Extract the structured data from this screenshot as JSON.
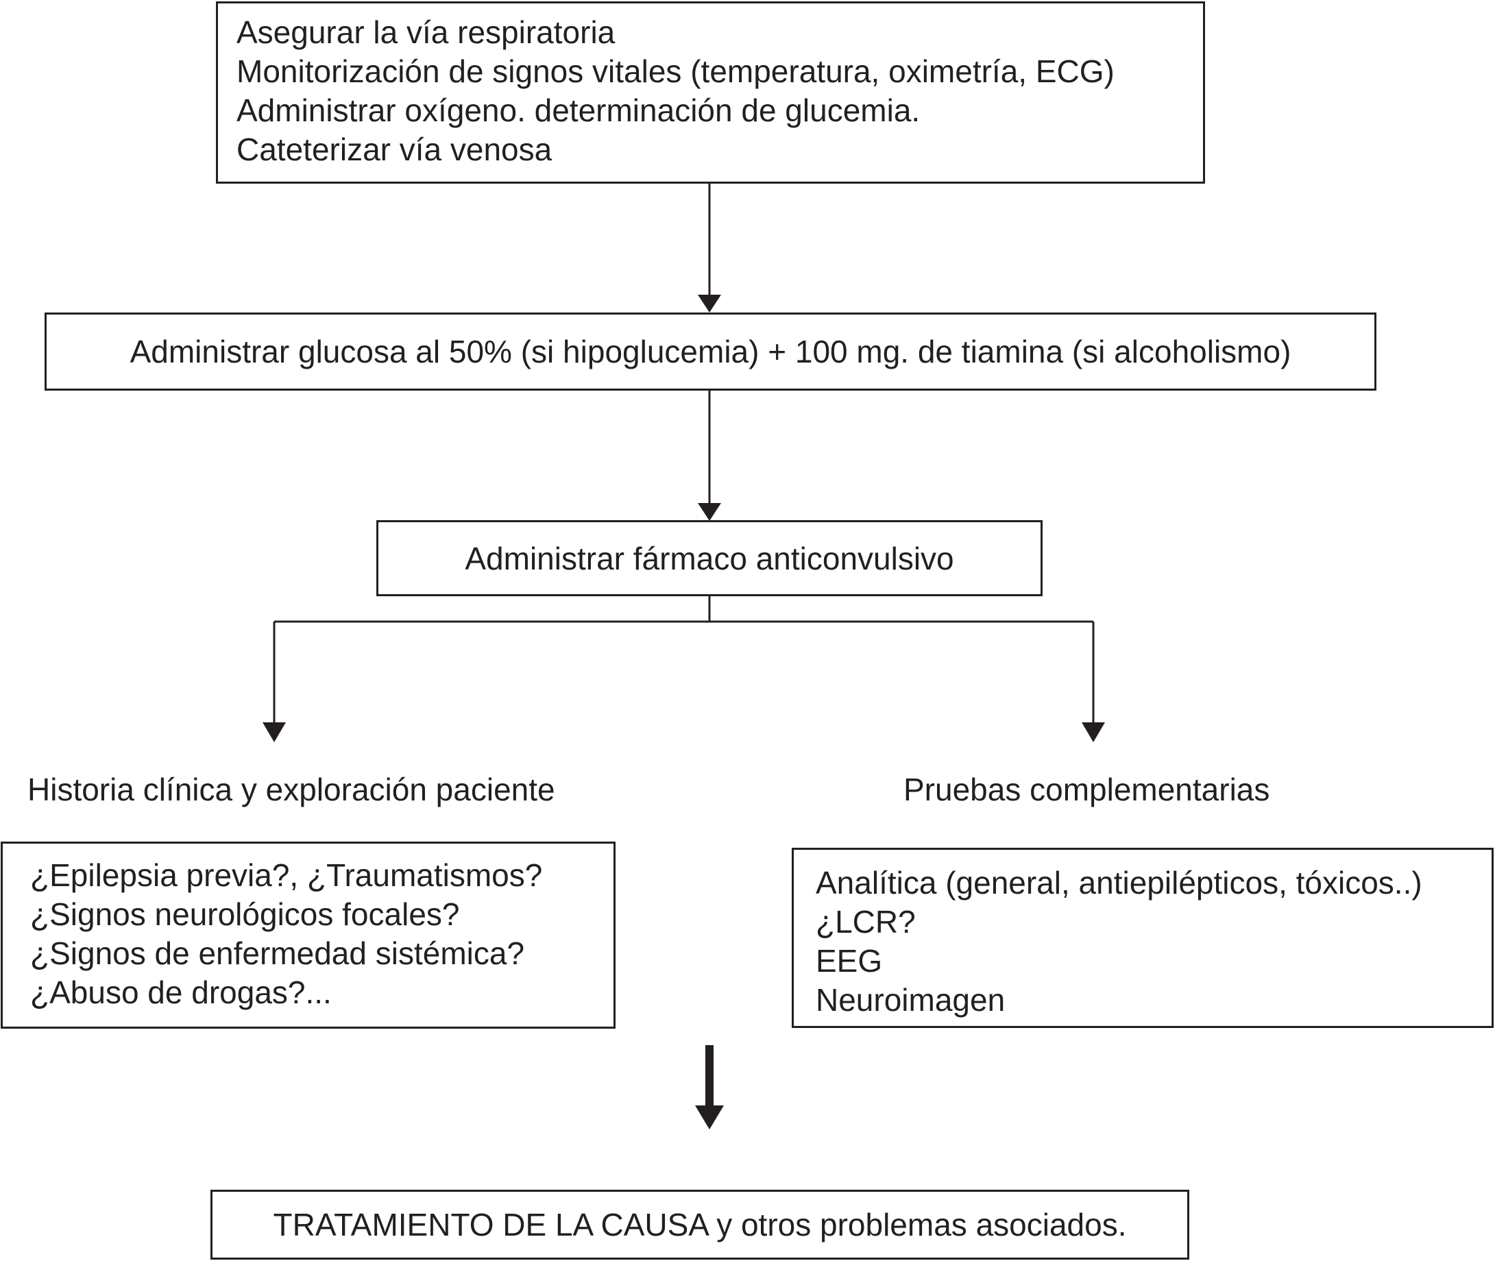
{
  "step1": {
    "lines": [
      "Asegurar la vía respiratoria",
      "Monitorización de signos vitales (temperatura, oximetría, ECG)",
      "Administrar oxígeno. determinación de glucemia.",
      "Cateterizar vía venosa"
    ]
  },
  "step2": {
    "text": "Administrar glucosa al 50% (si hipoglucemia) + 100 mg. de tiamina (si alcoholismo)"
  },
  "step3": {
    "text": "Administrar fármaco anticonvulsivo"
  },
  "left_branch": {
    "heading": "Historia clínica y exploración paciente",
    "lines": [
      "¿Epilepsia previa?, ¿Traumatismos?",
      "¿Signos neurológicos focales?",
      "¿Signos de enfermedad sistémica?",
      "¿Abuso de drogas?..."
    ]
  },
  "right_branch": {
    "heading": "Pruebas complementarias",
    "lines": [
      "Analítica (general, antiepilépticos, tóxicos..)",
      "¿LCR?",
      "EEG",
      "Neuroimagen"
    ]
  },
  "final": {
    "text": "TRATAMIENTO DE LA CAUSA y otros problemas asociados."
  }
}
